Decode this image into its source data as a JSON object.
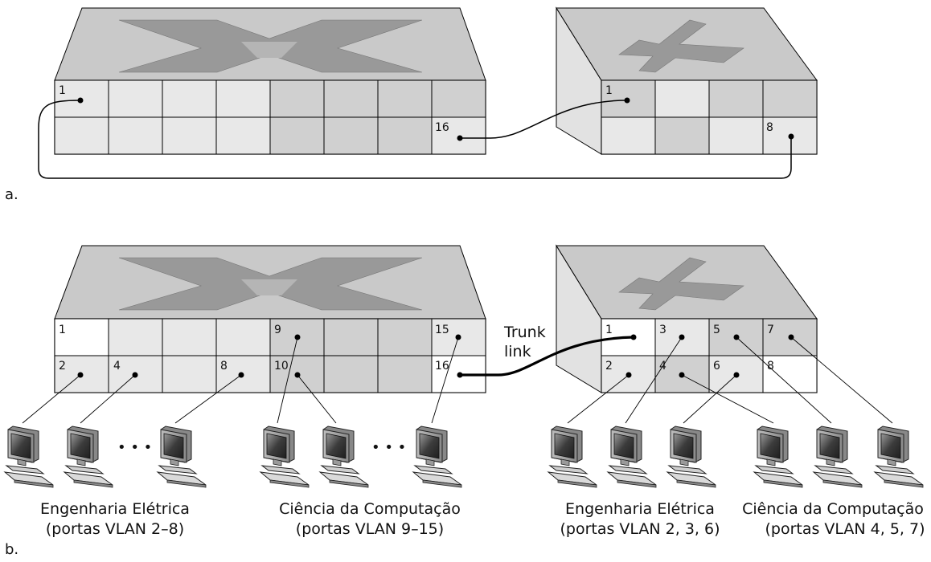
{
  "part_a": {
    "label": "a.",
    "left_ports": [
      "1",
      "16"
    ],
    "right_ports": [
      "1",
      "8"
    ]
  },
  "part_b": {
    "label": "b.",
    "trunk_line1": "Trunk",
    "trunk_line2": "link",
    "left_ports": [
      "1",
      "9",
      "15",
      "2",
      "4",
      "8",
      "10",
      "16"
    ],
    "right_ports": [
      "1",
      "3",
      "5",
      "7",
      "2",
      "4",
      "6",
      "8"
    ],
    "ellipsis": "• • •",
    "groups": [
      {
        "title": "Engenharia Elétrica",
        "ports": "(portas VLAN 2–8)"
      },
      {
        "title": "Ciência da Computação",
        "ports": "(portas VLAN 9–15)"
      },
      {
        "title": "Engenharia Elétrica",
        "ports": "(portas VLAN 2, 3, 6)"
      },
      {
        "title": "Ciência da Computação",
        "ports": "(portas VLAN 4, 5, 7)"
      }
    ]
  },
  "colors": {
    "cell_light": "#e8e8e8",
    "cell_dark": "#d0d0d0",
    "cell_white": "#ffffff",
    "top_face": "#c9c9c9",
    "side_face": "#e2e2e2",
    "x_mark": "#999999",
    "x_mark_center": "#b5b5b5"
  }
}
